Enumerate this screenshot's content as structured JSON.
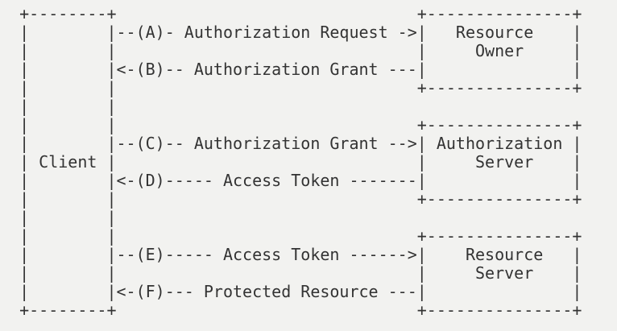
{
  "page": {
    "colors": {
      "background": "#f2f2f0",
      "text": "#333333"
    }
  },
  "diagram": {
    "type": "ascii-flow-diagram",
    "text": "  +--------+                               +---------------+\n  |        |--(A)- Authorization Request ->|   Resource    |\n  |        |                               |     Owner     |\n  |        |<-(B)-- Authorization Grant ---|               |\n  |        |                               +---------------+\n  |        |\n  |        |                               +---------------+\n  |        |--(C)-- Authorization Grant -->| Authorization |\n  | Client |                               |     Server    |\n  |        |<-(D)----- Access Token -------|               |\n  |        |                               +---------------+\n  |        |\n  |        |                               +---------------+\n  |        |--(E)----- Access Token ------>|    Resource   |\n  |        |                               |     Server    |\n  |        |<-(F)--- Protected Resource ---|               |\n  +--------+                               +---------------+",
    "actors": [
      "Client",
      "Resource Owner",
      "Authorization Server",
      "Resource Server"
    ],
    "steps": [
      {
        "id": "A",
        "label": "Authorization Request",
        "from": "Client",
        "to": "Resource Owner"
      },
      {
        "id": "B",
        "label": "Authorization Grant",
        "from": "Resource Owner",
        "to": "Client"
      },
      {
        "id": "C",
        "label": "Authorization Grant",
        "from": "Client",
        "to": "Authorization Server"
      },
      {
        "id": "D",
        "label": "Access Token",
        "from": "Authorization Server",
        "to": "Client"
      },
      {
        "id": "E",
        "label": "Access Token",
        "from": "Client",
        "to": "Resource Server"
      },
      {
        "id": "F",
        "label": "Protected Resource",
        "from": "Resource Server",
        "to": "Client"
      }
    ]
  }
}
